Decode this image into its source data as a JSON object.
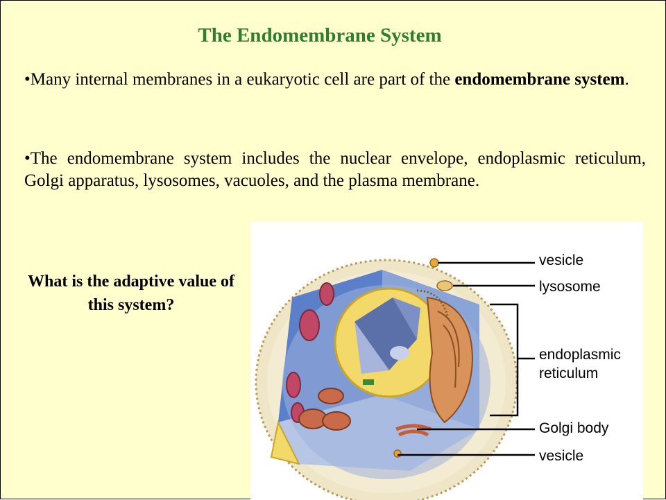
{
  "slide": {
    "title": "The Endomembrane System",
    "para1": {
      "bullet": "•",
      "text_before": "Many internal membranes in a eukaryotic cell are part of the ",
      "bold": "endomembrane system",
      "text_after": "."
    },
    "para2": {
      "bullet": "•",
      "text": "The endomembrane system includes the nuclear envelope, endoplasmic reticulum, Golgi apparatus, lysosomes, vacuoles, and the plasma membrane."
    },
    "question": "What is the adaptive value of this system?"
  },
  "figure": {
    "labels": {
      "vesicle_top": "vesicle",
      "lysosome": "lysosome",
      "er_line1": "endoplasmic",
      "er_line2": "reticulum",
      "golgi": "Golgi body",
      "vesicle_bottom": "vesicle"
    }
  },
  "colors": {
    "background": "#fffecc",
    "title": "#2e7d32"
  }
}
